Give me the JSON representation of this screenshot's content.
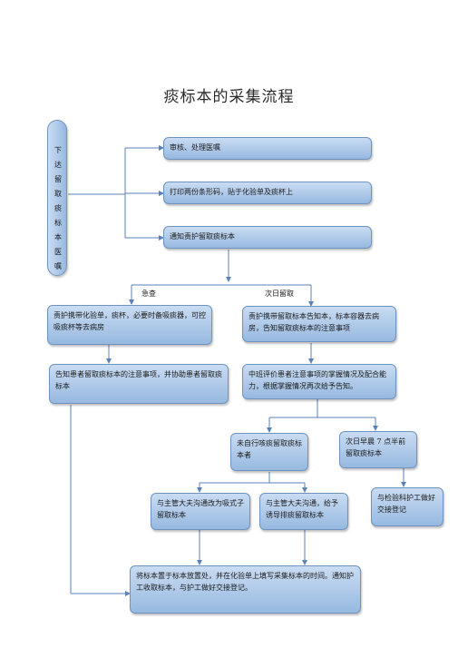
{
  "title": "痰标本的采集流程",
  "doctor_order": [
    "下",
    "达",
    "留",
    "取",
    "痰",
    "标",
    "本",
    "医",
    "嘱"
  ],
  "steps": {
    "review": "审核、处理医嘱",
    "print": "打印两份条形码，贴于化验单及痰杯上",
    "notify": "通知责护留取痰标本",
    "urgent_label": "急查",
    "nextday_label": "次日留取",
    "urgent_action": "责护携带化验单，痰杯，必要时备吸痰器，可控吸痰杯等去病房",
    "nextday_action": "责护携带留取标本告知本，标本容器去病房，告知留取痰标本的注意事项",
    "inform_patient": "告知患者留取痰标本的注意事项，并协助患者留取痰标本",
    "night_assess": "中班评价患者注意事项的掌握情况及配合能力，根据掌握情况再次给予告知。",
    "cannot_self": "未自行咳痰留取痰标本者",
    "morning": "次日早晨 7 点半前留取痰标本",
    "suction": "与主管大夫沟通改为吸式子留取标本",
    "induce": "与主管大夫沟通，给予诱导排痰留取标本",
    "handover_lab": "与检验科护工做好交接登记",
    "final": "将标本置于标本放置处，并在化验单上填写采集标本的时间。通知护工收取标本，与护工做好交接登记。"
  }
}
